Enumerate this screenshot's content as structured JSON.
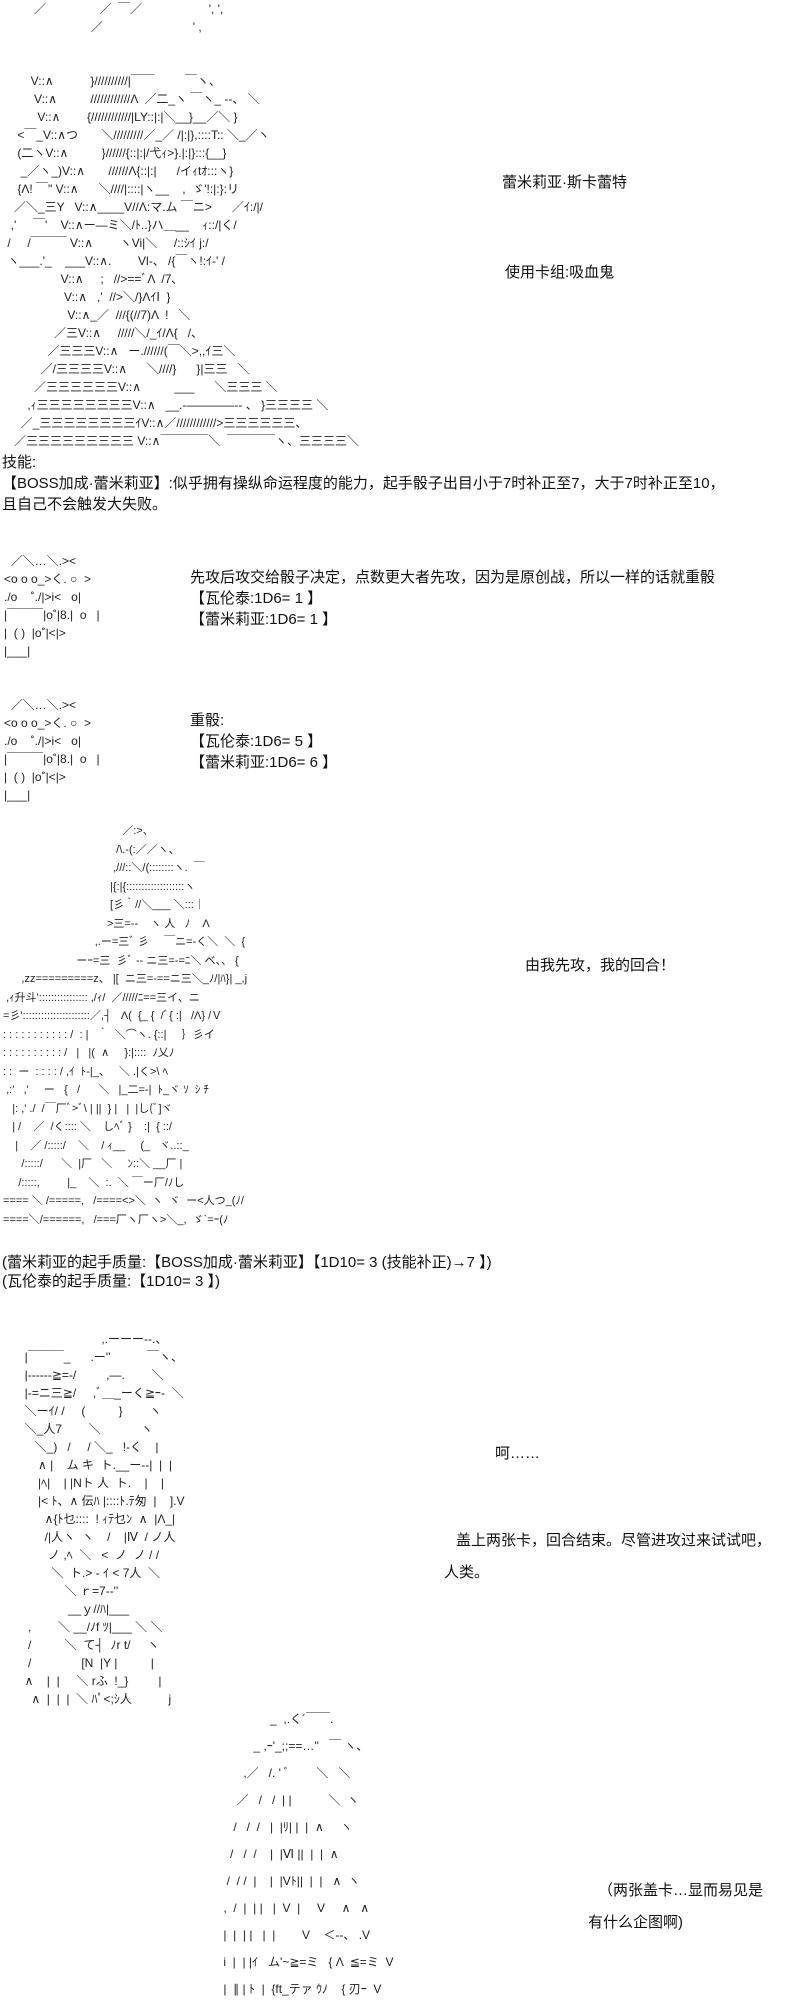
{
  "scene1": {
    "art": [
      "         ／                ／  ￣／                    ', ',",
      "                          ／                           ' ,",
      "",
      "",
      "        V::∧           }//////////|￣￣         ￣ヽ、",
      "         V::∧          ////////////Λ  ／二_ヽ ￣ヽ_ --、 ＼",
      "          V::∧        {////////////|LY::|:|＼__}__／＼ }",
      "    <￣_V::∧つ       ＼/////////／_／ /|:|},::::T:: ＼_／ヽ",
      "    (二ヽV::∧          }//////{::|:|/弋ｨ>}.|:|}:::{__}",
      "     _／ヽ_)V::∧       //////Λ{::|:|      /イｨtｵ:::ヽ}",
      "    {Λ! ￣\" V::∧      ＼////|::::|ヽ__    ,  ゞ'!:|:}:リ",
      "   ／＼_三Y   V::∧____V//Λ:マ.ム ￣ニ>      ／ｲ:/|/",
      "  ,'     ￣'    V::∧ー―ミ＼/ﾄ..}ハ＿__    ｨ::/|く/",
      " /     /￣￣￣ V::∧        ヽVi|＼     /::ｼｲ j:/",
      " ヽ___.'_    ___V::∧.        Vl-、 /{￣ヽ!:ｲ-' /",
      "                 V::∧     ;   //>==ﾞΛ  /7､",
      "                  V::∧   ,'  //>＼/}ΛｲⅠ  }",
      "                   V::∧_／  ///{(//7)Λ  !   ＼",
      "               ／三V::∧     /////＼/_ｲ/Λ{   /、",
      "             ／三三三V::∧   ー.//////(￣＼>,,ｲ三＼",
      "           ／/三三三三V::∧      ＼////}      }|三三   ＼",
      "         ／三三三三三三V::∧          ___      ＼三三三 ＼",
      "       ,ｨ三三三三三三三三V::∧   __.-――――‐- 、 }三三三三 ＼",
      "     ／_三三三三三三三三ｲV::∧／////////////>三三三三三三、",
      "   ／三三三三三三三三三 V::∧￣￣￣￣＼  ￣￣￣￣ヽ、三三三三＼"
    ],
    "name": "蕾米莉亚·斯卡蕾特",
    "deck": "使用卡组:吸血鬼"
  },
  "skill": {
    "heading": "技能:",
    "line1": "【BOSS加成·蕾米莉亚】:似乎拥有操纵命运程度的能力，起手骰子出目小于7时补正至7，大于7时补正至10，",
    "line2": "且自己不会触发大失败。"
  },
  "dice_art": [
    "  ／＼…＼.><",
    "<o o o_>く. ○  >",
    "./o    ˚./|>i<   o|",
    "|￣￣￣|o˚|8.|  o   |",
    "|  ( )  |o˚|<|>",
    "|___|"
  ],
  "roll1": {
    "line1": "先攻后攻交给骰子决定，点数更大者先攻，因为是原创战，所以一样的话就重骰",
    "line2": "【瓦伦泰:1D6= 1 】",
    "line3": "【蕾米莉亚:1D6= 1 】"
  },
  "roll2": {
    "line1": "重骰:",
    "line2": "【瓦伦泰:1D6= 5 】",
    "line3": "【蕾米莉亚:1D6= 6 】"
  },
  "scene2": {
    "art": [
      "                                        ／:>、",
      "                                      /\\.-(:／／ヽ、",
      "                                     ,///::＼/(::::::::ヽ.  ￣",
      "                                    |{:|{:::::::::::::::::::ヽ",
      "                                    [彡｀//＼___ ＼:::｜",
      "                                   >三=--    ヽ 人   ﾉ    Λ",
      "                               ,.ー=三ﾞ 彡     ￣ニ=-く＼  ＼  {",
      "                         ーｰ=三  彡ﾞ -‐ ニ三=-=ﾆ＼ ベ、、 {",
      "       ,zz=========z、 |[  ニ三=‐==ニ三＼_ﾉ/|ﾊ}| _,j",
      "  ,ｨ升斗':::::::::::::::: ,/ｨ/  ／/////ﾆ==三イ、ニ",
      " =彡'::::::::::::::::::::::／,┤   Λ(  {_ {  /ﾞ{ :|   /Λ} /Ｖ",
      " : : : : : : : : : : : /  : |   ｀  ＼⌒ヽ. {::|     ｝彡イ",
      " : : : : : : : : : : /   |   |(  ∧     }:|::::  ﾉ乂ﾉ",
      " : :  ー  : : : : / ,ｲ  ﾄ-|_、   ＼ .|く>\\ ﾍ",
      "  ,:'   ,'     ー   {   /      ＼   |_二=-|  ﾄ_ヾ ｿ  ｼ ﾁ",
      "    |: ,' ./  /￣厂ﾞ>ﾞ\\ | ||  } |   |  |し(ﾞ]ヾ",
      "    | /    ／  /く:::: ＼    しﾍﾞ }    :|  { ::/",
      "     |    ／ /:::::/    ＼    / ｨ__     (_   ヾ..::_",
      "       /:::::/      ＼  |厂   ＼     ﾝ::＼ __厂 |",
      "      /:::::,         |_    ＼  :.  ＼ ￣ー厂/ﾉし",
      " ==== ＼ /=====,   /====<>＼  ヽ  ヾ  ー<人つ_(ﾉ/",
      " ====＼/======,   /===厂ヽ厂ヽ>＼_,  ゞ`=ｰ(ﾉ"
    ],
    "speech": "由我先攻，我的回合！"
  },
  "quality": {
    "remilia": "(蕾米莉亚的起手质量:【BOSS加成·蕾米莉亚】【1D10= 3 (技能补正)→7 】)",
    "valentine": "(瓦伦泰的起手质量:【1D10= 3 】)"
  },
  "scene3": {
    "art": [
      "                         ,.ーーー--.、",
      "  |￣￣￣_      .ー''           ￣ヽ、",
      "  |------≧=-/         ,―.        ＼",
      "  |-=ニ三≧/     ,ﾞ＿_ーく≧ｰ-  ＼",
      "  ＼ーｲ/ /     (          }        ヽ",
      "  ＼_人7        ＼            ヽ",
      "     ＼_)   /     / ＼_   !-く    |",
      "      ∧ |    ム キ  ト.__ー--|  |  |",
      "      |ﾍ|    | |Nト 人  ト.    |    |",
      "      |< ﾄ、∧ 伝ﾊ |::::ﾄ.ﾃ匆  |    ].V",
      "        ∧{ﾄ乜::::  ! ｨﾃ乜ﾝ  ∧  |Λ_|",
      "        /|人ヽ  ヽ    /    |Ⅳ  / ノ人",
      "         ノ ,ﾍ  ＼   <  ノ  ノ / /",
      "          ＼  ト.> - ｲ < 7人  ＼",
      "              ＼ ｒ=7-‐''",
      "               __ｙ//ﾊ|___",
      "   ,        ＼ __/ﾉf ﾂ|___ ＼ ＼",
      "   /          ＼  て┤  ﾉr t/     ヽ",
      "   /               [N  |Y |          |",
      "  ∧    |  |     ＼ rふ  !_}         |",
      "    ∧  |  |  |  ＼ ﾊﾟ<;ｼ人           j"
    ],
    "laugh": "呵……",
    "speech1": "盖上两张卡，回合结束。尽管进攻过来试试吧，",
    "speech2": "人类。"
  },
  "scene4": {
    "art": [
      "                        _  ,.く´￣￣.",
      "                   _ ,ｰ'_;;==…''   ￣ ヽ、",
      "                ,／   /. ' ﾞ        ＼   ＼",
      "              ／   /   /  | |           ＼  ヽ",
      "             /   /  /   |  |ﾘ| |  |  ∧     ヽ",
      "            /   /  /    |  |Ⅵ ||  |  |  ∧",
      "           /  / /  |    |  |Vﾄ||  |  |   ∧  ヽ",
      "          ,  /  |  | |   |  V  |     V     ∧   ∧",
      "          |  |  | |   |  |        V    ＜--、 .V",
      "          i  |  | |ｲ   ム'~≧=ミ   { Λ  ≦=ミ  V",
      "          |  ∥ | ﾄ  |  {ft_テァ ｳﾉ    { 刃ｰ  V"
    ],
    "thought1": "（两张盖卡…显而易见是",
    "thought2": "有什么企图啊)"
  }
}
